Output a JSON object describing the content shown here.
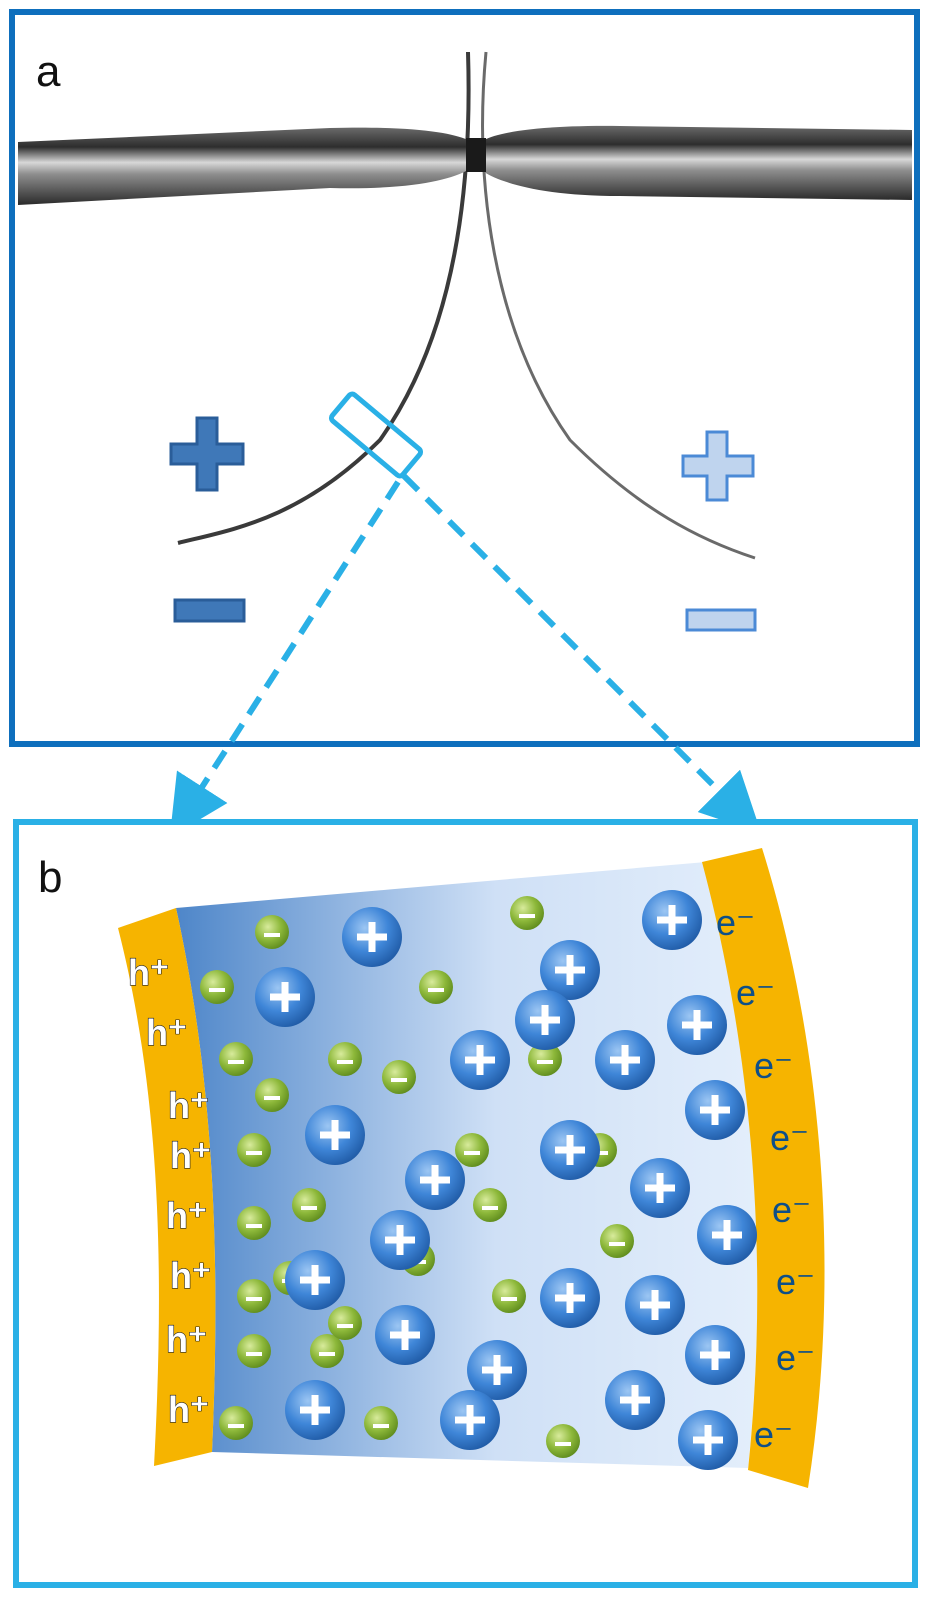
{
  "panel_a": {
    "label": "a",
    "colors": {
      "frame": "#0e6fbd",
      "left_sign": "#3f78b8",
      "right_sign": "#bfd4ee",
      "callout": "#2ab0e6"
    }
  },
  "panel_b": {
    "label": "b",
    "hole_label": "h⁺",
    "electron_label": "e⁻",
    "hole_count": 8,
    "electron_count": 8,
    "cation_count": 25,
    "anion_count": 27,
    "colors": {
      "frame": "#2ab0e6",
      "electrode": "#f6b400",
      "cation": "#3f86d8",
      "anion": "#8db83a",
      "electrolyte_dark": "#4e86c9",
      "electrolyte_light": "#e3eefb"
    }
  }
}
